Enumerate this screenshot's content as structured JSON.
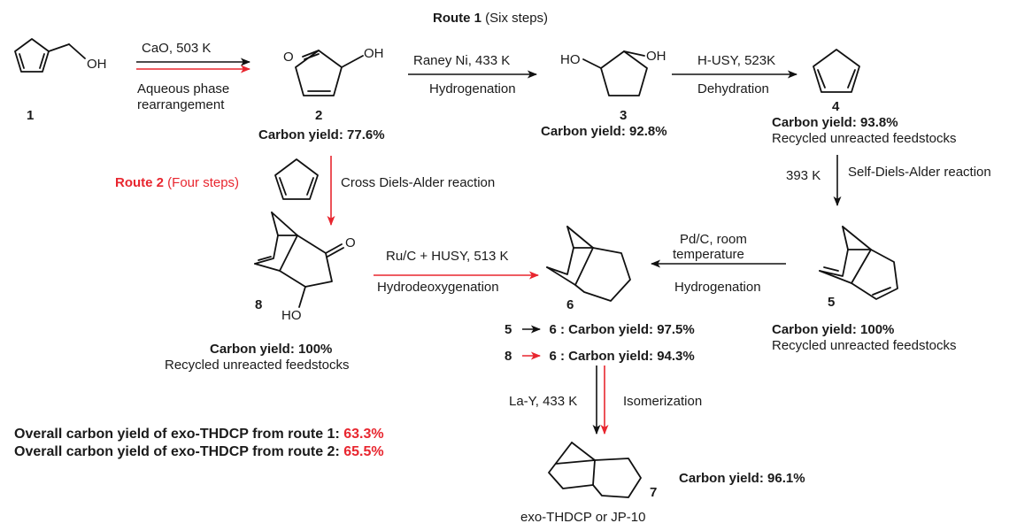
{
  "route1_title": "Route 1",
  "route1_steps": " (Six steps)",
  "route2_title": "Route 2",
  "route2_steps": " (Four steps)",
  "compounds": {
    "c1": {
      "number": "1",
      "label": "OH"
    },
    "c2": {
      "number": "2",
      "label_o": "O",
      "label_oh": "OH",
      "yield": "Carbon yield: 77.6%"
    },
    "c3": {
      "number": "3",
      "label_ho": "HO",
      "label_oh": "OH",
      "yield": "Carbon yield: 92.8%"
    },
    "c4": {
      "number": "4",
      "yield": "Carbon yield: 93.8%",
      "note": "Recycled unreacted feedstocks"
    },
    "c5": {
      "number": "5",
      "yield": "Carbon yield: 100%",
      "note": "Recycled unreacted feedstocks"
    },
    "c6": {
      "number": "6",
      "yield_a_from": "5",
      "yield_a_to": " 6 : Carbon yield: 97.5%",
      "yield_b_from": "8",
      "yield_b_to": " 6 : Carbon yield: 94.3%"
    },
    "c7": {
      "number": "7",
      "yield": "Carbon yield: 96.1%",
      "name": "exo-THDCP or JP-10"
    },
    "c8": {
      "number": "8",
      "label_o": "O",
      "label_ho": "HO",
      "yield": "Carbon yield: 100%",
      "note": "Recycled unreacted feedstocks"
    }
  },
  "steps": {
    "s1_top": "CaO, 503 K",
    "s1_bottom_l1": "Aqueous phase",
    "s1_bottom_l2": "rearrangement",
    "s2_top": "Raney Ni, 433 K",
    "s2_bottom": "Hydrogenation",
    "s3_top": "H-USY, 523K",
    "s3_bottom": "Dehydration",
    "s4_left": "393 K",
    "s4_right": "Self-Diels-Alder reaction",
    "s5_top_l1": "Pd/C, room",
    "s5_top_l2": "temperature",
    "s5_bottom": "Hydrogenation",
    "s6_right": "Cross Diels-Alder reaction",
    "s7_top": "Ru/C + HUSY, 513 K",
    "s7_bottom": "Hydrodeoxygenation",
    "s8_left": "La-Y, 433 K",
    "s8_right": "Isomerization"
  },
  "overall": {
    "r1_text": "Overall carbon yield of exo-THDCP from route 1: ",
    "r1_value": "63.3%",
    "r2_text": "Overall carbon yield of exo-THDCP from route 2: ",
    "r2_value": "65.5%"
  },
  "colors": {
    "route1": "#111111",
    "route2": "#e8262f"
  }
}
